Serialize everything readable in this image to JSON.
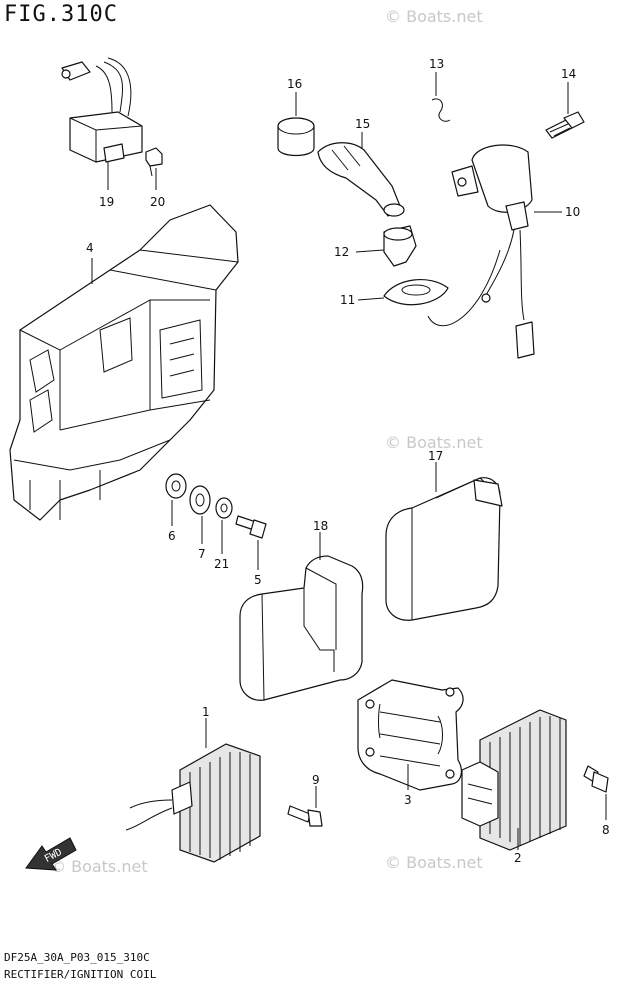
{
  "figure_title": "FIG.310C",
  "footer": {
    "code": "DF25A_30A_P03_015_310C",
    "title": "RECTIFIER/IGNITION COIL"
  },
  "watermarks": {
    "text": "© Boats.net",
    "fwd_label": "FWD"
  },
  "callouts": {
    "p1": "1",
    "p2": "2",
    "p3": "3",
    "p4": "4",
    "p5": "5",
    "p6": "6",
    "p7": "7",
    "p8": "8",
    "p9": "9",
    "p10": "10",
    "p11": "11",
    "p12": "12",
    "p13": "13",
    "p14": "14",
    "p15": "15",
    "p16": "16",
    "p17": "17",
    "p18": "18",
    "p19": "19",
    "p20": "20",
    "p21": "21"
  }
}
